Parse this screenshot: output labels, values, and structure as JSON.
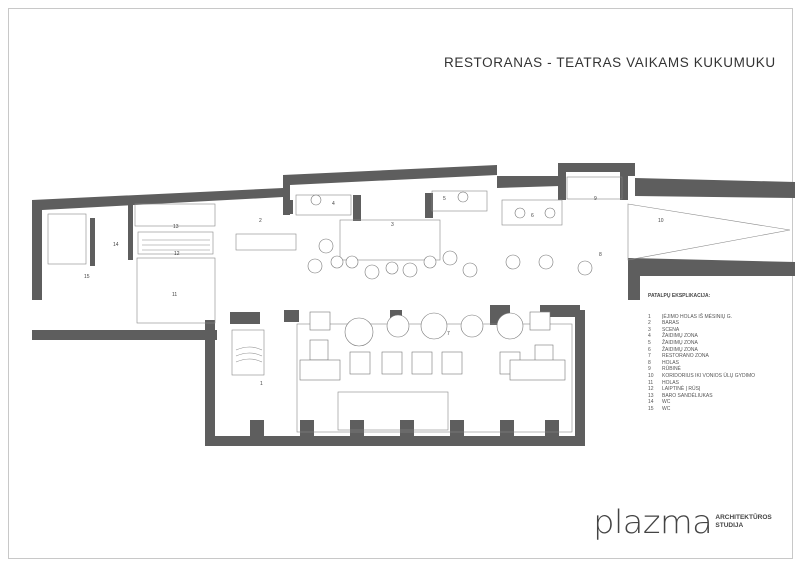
{
  "title": "RESTORANAS - TEATRAS VAIKAMS KUKUMUKU",
  "legend": {
    "heading": "PATALPŲ EKSPLIKACIJA:",
    "items": [
      {
        "num": "1",
        "label": "ĮĖJIMO HOLAS IŠ MĖSINIŲ G."
      },
      {
        "num": "2",
        "label": "BARAS"
      },
      {
        "num": "3",
        "label": "SCENA"
      },
      {
        "num": "4",
        "label": "ŽAIDIMŲ ZONA"
      },
      {
        "num": "5",
        "label": "ŽAIDIMŲ ZONA"
      },
      {
        "num": "6",
        "label": "ŽAIDIMŲ ZONA"
      },
      {
        "num": "7",
        "label": "RESTORANO ZONA"
      },
      {
        "num": "8",
        "label": "HOLAS"
      },
      {
        "num": "9",
        "label": "RŪBINĖ"
      },
      {
        "num": "10",
        "label": "KORIDORIUS IKI VONIOS ŪLŲ GYDIMO"
      },
      {
        "num": "11",
        "label": "HOLAS"
      },
      {
        "num": "12",
        "label": "LAIPTINĖ Į RŪSĮ"
      },
      {
        "num": "13",
        "label": "BARO SANDĖLIUKAS"
      },
      {
        "num": "14",
        "label": "WC"
      },
      {
        "num": "15",
        "label": "WC"
      }
    ]
  },
  "rooms": {
    "r1": "1",
    "r2": "2",
    "r3": "3",
    "r4": "4",
    "r5": "5",
    "r6": "6",
    "r7": "7",
    "r8": "8",
    "r9": "9",
    "r10": "10",
    "r11": "11",
    "r12": "12",
    "r13": "13",
    "r14": "14",
    "r15": "15"
  },
  "logo": {
    "word": "plazma",
    "line1": "ARCHITEKTŪROS",
    "line2": "STUDIJA"
  },
  "colors": {
    "wall": "#5e5e5e",
    "text": "#333333"
  }
}
